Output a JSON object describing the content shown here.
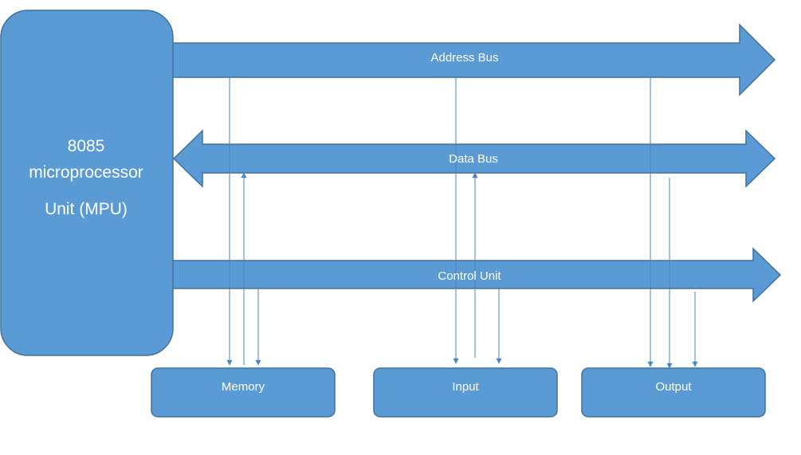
{
  "mpu": {
    "line1": "8085",
    "line2": "microprocessor",
    "line3": "Unit (MPU)"
  },
  "buses": {
    "address": "Address Bus",
    "data": "Data Bus",
    "control": "Control Unit"
  },
  "devices": {
    "memory": "Memory",
    "input": "Input",
    "output": "Output"
  },
  "colors": {
    "fill": "#5b9bd5",
    "stroke": "#41719c",
    "connector": "#4a86c5",
    "text": "#ffffff"
  }
}
